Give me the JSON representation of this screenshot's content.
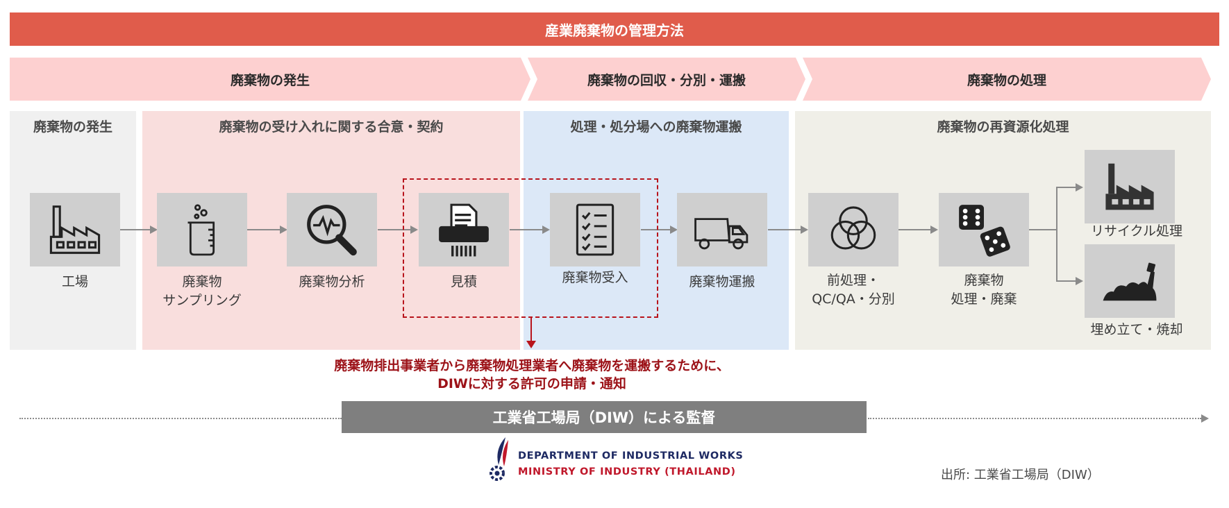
{
  "title": "産業廃棄物の管理方法",
  "phases": [
    {
      "label": "廃棄物の発生"
    },
    {
      "label": "廃棄物の回収・分別・運搬"
    },
    {
      "label": "廃棄物の処理"
    }
  ],
  "sections": [
    {
      "title": "廃棄物の発生"
    },
    {
      "title": "廃棄物の受け入れに関する合意・契約"
    },
    {
      "title": "処理・処分場への廃棄物運搬"
    },
    {
      "title": "廃棄物の再資源化処理"
    }
  ],
  "steps": [
    {
      "label_lines": [
        "工場"
      ],
      "icon": "factory-icon"
    },
    {
      "label_lines": [
        "廃棄物",
        "サンプリング"
      ],
      "icon": "beaker-icon"
    },
    {
      "label_lines": [
        "廃棄物分析"
      ],
      "icon": "analysis-magnifier-icon"
    },
    {
      "label_lines": [
        "見積"
      ],
      "icon": "printer-estimate-icon"
    },
    {
      "label_lines": [
        "廃棄物受入"
      ],
      "icon": "checklist-icon"
    },
    {
      "label_lines": [
        "廃棄物運搬"
      ],
      "icon": "dump-truck-icon"
    },
    {
      "label_lines": [
        "前処理・",
        "QC/QA・分別"
      ],
      "icon": "venn-circles-icon"
    },
    {
      "label_lines": [
        "廃棄物",
        "処理・廃棄"
      ],
      "icon": "dice-icon"
    },
    {
      "label_lines": [
        "リサイクル処理"
      ],
      "icon": "factory-solid-icon"
    },
    {
      "label_lines": [
        "埋め立て・焼却"
      ],
      "icon": "landfill-icon"
    }
  ],
  "note_lines": [
    "廃棄物排出事業者から廃棄物処理業者へ廃棄物を運搬するために、",
    "DIWに対する許可の申請・通知"
  ],
  "supervision": "工業省工場局（DIW）による監督",
  "logo": {
    "line1": "DEPARTMENT OF INDUSTRIAL WORKS",
    "line2": "MINISTRY OF INDUSTRY (THAILAND)"
  },
  "source": "出所: 工業省工場局（DIW）",
  "colors": {
    "title_bar": "#e05c4b",
    "phase_chevron": "#fdd0d0",
    "highlight": "#b8141c",
    "supervision_bar": "#7f7f7f",
    "icon_box": "#cfcfcf"
  }
}
